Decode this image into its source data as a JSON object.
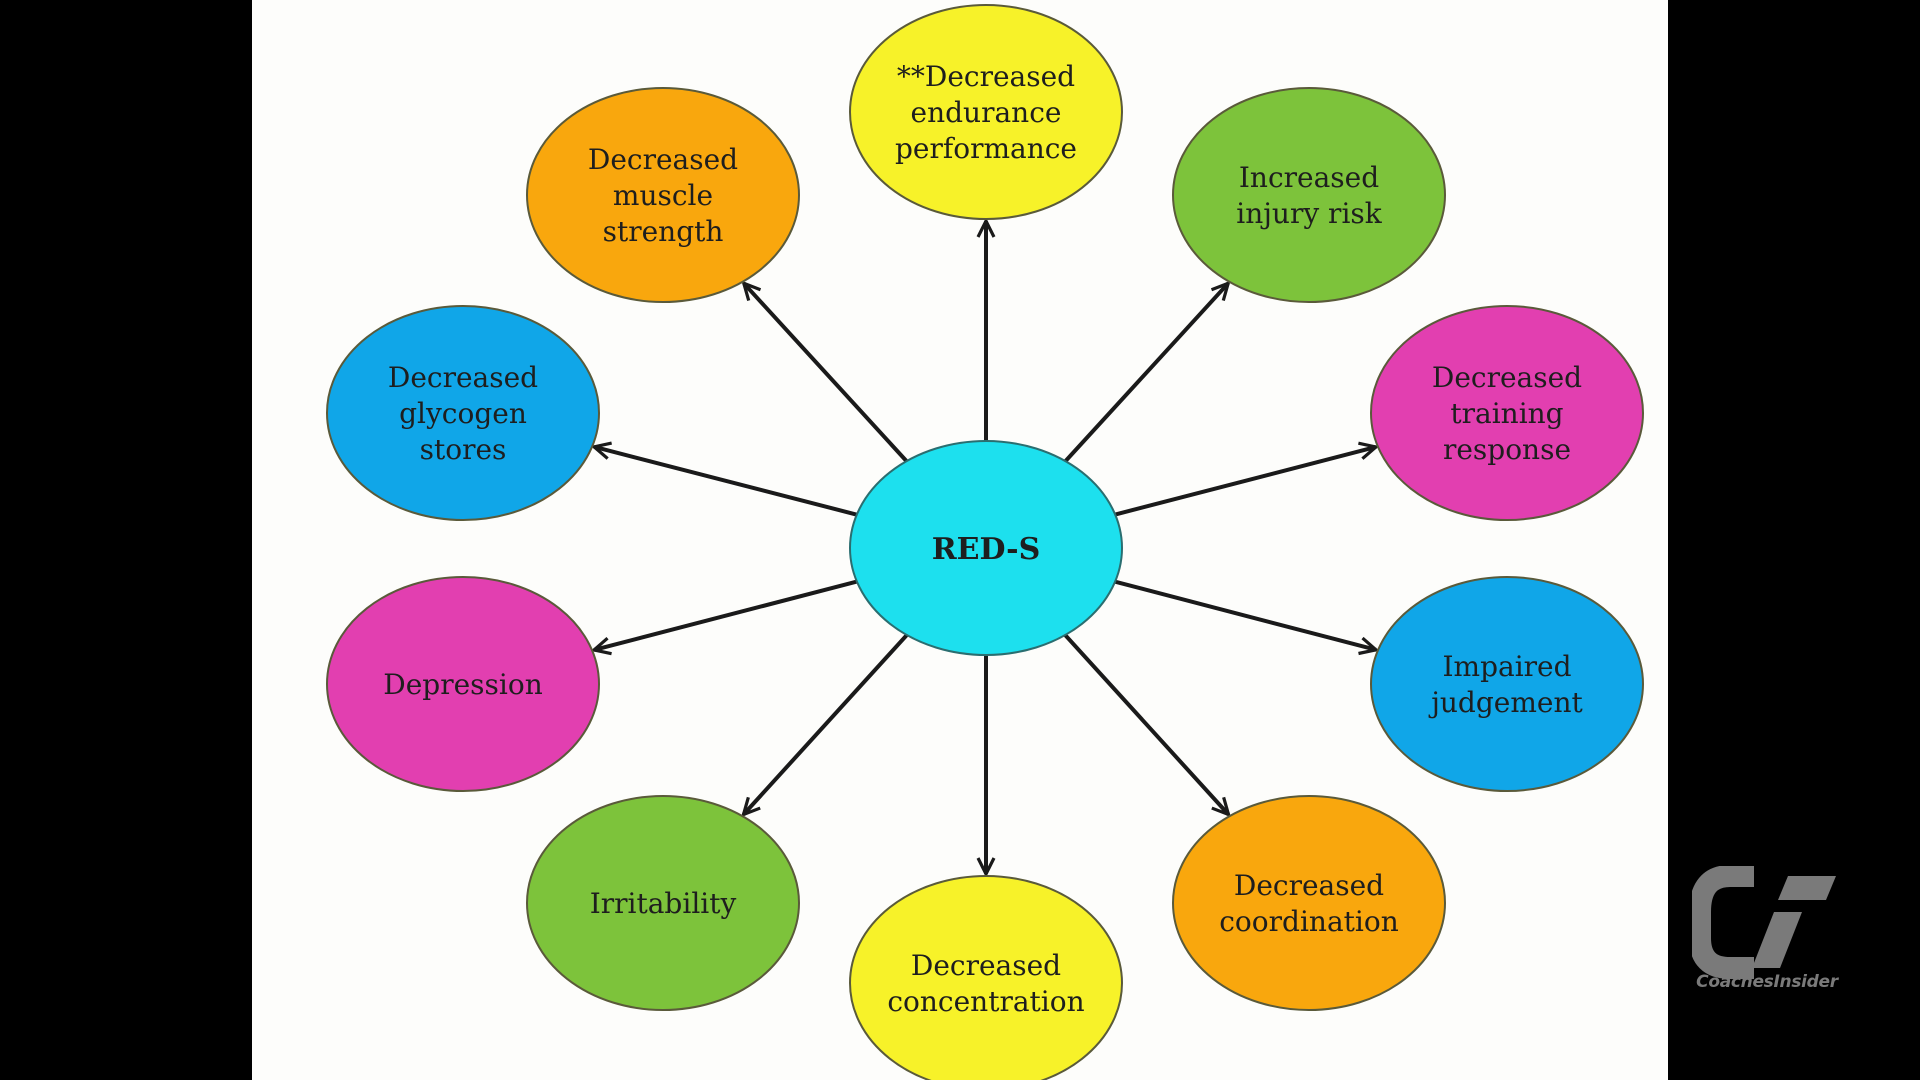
{
  "diagram": {
    "center": {
      "label": "RED-S",
      "color": "#1de0ee"
    },
    "nodes": [
      {
        "id": "endurance",
        "lines": [
          "**Decreased",
          "endurance",
          "performance"
        ],
        "color": "#f7f229"
      },
      {
        "id": "injury",
        "lines": [
          "Increased",
          "injury risk"
        ],
        "color": "#7dc33b"
      },
      {
        "id": "training",
        "lines": [
          "Decreased",
          "training",
          "response"
        ],
        "color": "#e23fb0"
      },
      {
        "id": "judgement",
        "lines": [
          "Impaired",
          "judgement"
        ],
        "color": "#10a6e8"
      },
      {
        "id": "coordination",
        "lines": [
          "Decreased",
          "coordination"
        ],
        "color": "#f9a70d"
      },
      {
        "id": "concentration",
        "lines": [
          "Decreased",
          "concentration"
        ],
        "color": "#f7f229"
      },
      {
        "id": "irritability",
        "lines": [
          "Irritability"
        ],
        "color": "#7dc33b"
      },
      {
        "id": "depression",
        "lines": [
          "Depression"
        ],
        "color": "#e23fb0"
      },
      {
        "id": "glycogen",
        "lines": [
          "Decreased",
          "glycogen",
          "stores"
        ],
        "color": "#10a6e8"
      },
      {
        "id": "strength",
        "lines": [
          "Decreased",
          "muscle",
          "strength"
        ],
        "color": "#f9a70d"
      }
    ]
  },
  "watermark": {
    "logo_icon": "coachesinsider-ci-logo-icon",
    "text": "CoachesInsider"
  }
}
